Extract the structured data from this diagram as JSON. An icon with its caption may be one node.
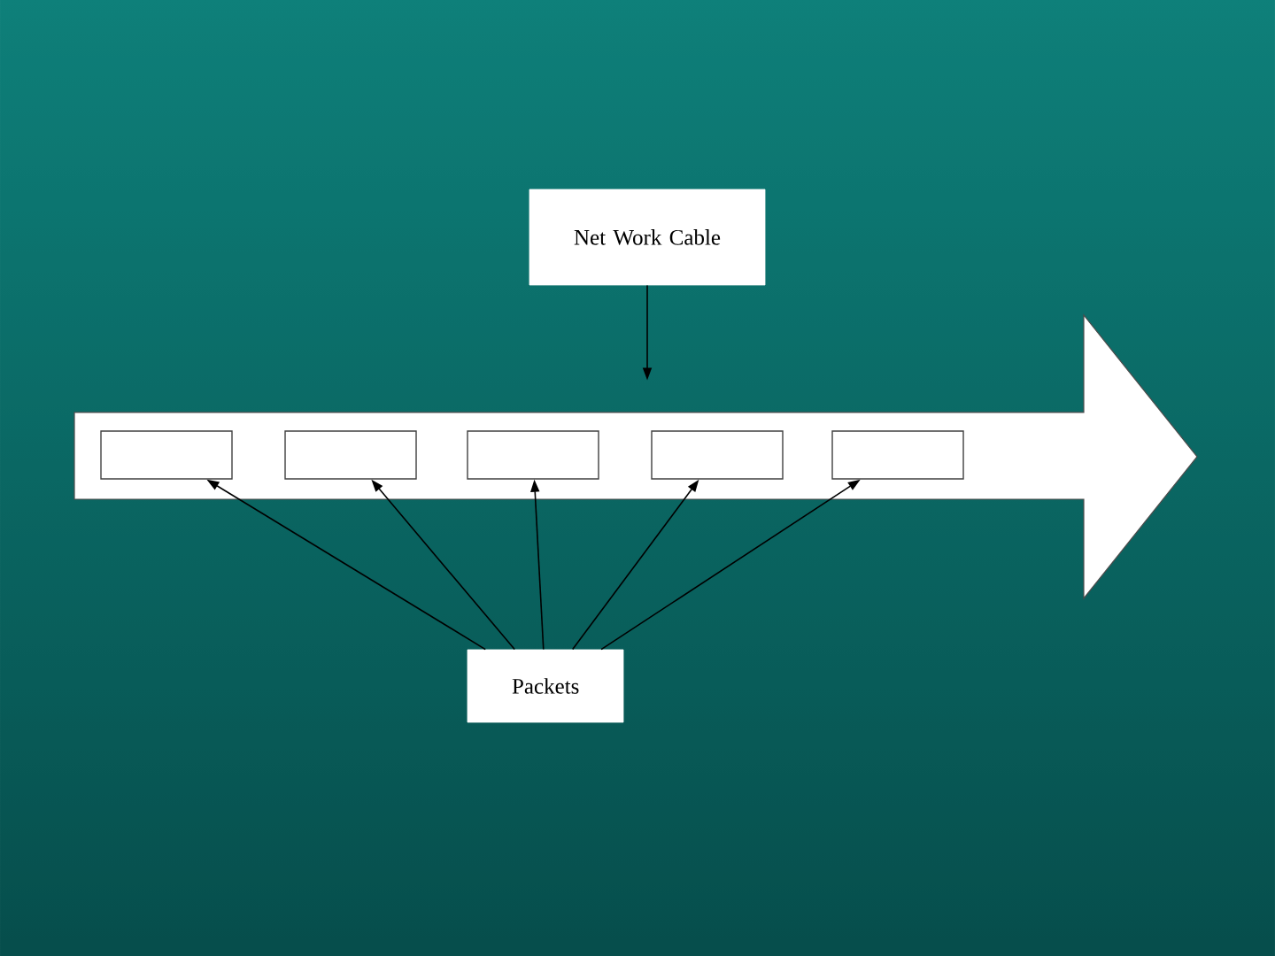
{
  "diagram": {
    "nodes": [
      {
        "text": [
          "Net Work Cable"
        ]
      },
      {
        "text": [],
        "shape": "arrow"
      },
      {
        "text": [],
        "shape": "box",
        "in": 1
      },
      {
        "text": [],
        "shape": "box",
        "in": 1
      },
      {
        "text": [],
        "shape": "box",
        "in": 1
      },
      {
        "text": [],
        "shape": "box",
        "in": 1
      },
      {
        "text": [],
        "shape": "box",
        "in": 1
      },
      {
        "text": [
          "Packets"
        ]
      }
    ],
    "edges": [
      {
        "from": 0,
        "to": 1,
        "arrow": "to"
      },
      {
        "from": 7,
        "to": 2,
        "arrow": "to"
      },
      {
        "from": 7,
        "to": 3,
        "arrow": "to"
      },
      {
        "from": 7,
        "to": 4,
        "arrow": "to"
      },
      {
        "from": 7,
        "to": 5,
        "arrow": "to"
      },
      {
        "from": 7,
        "to": 6,
        "arrow": "to"
      }
    ]
  }
}
